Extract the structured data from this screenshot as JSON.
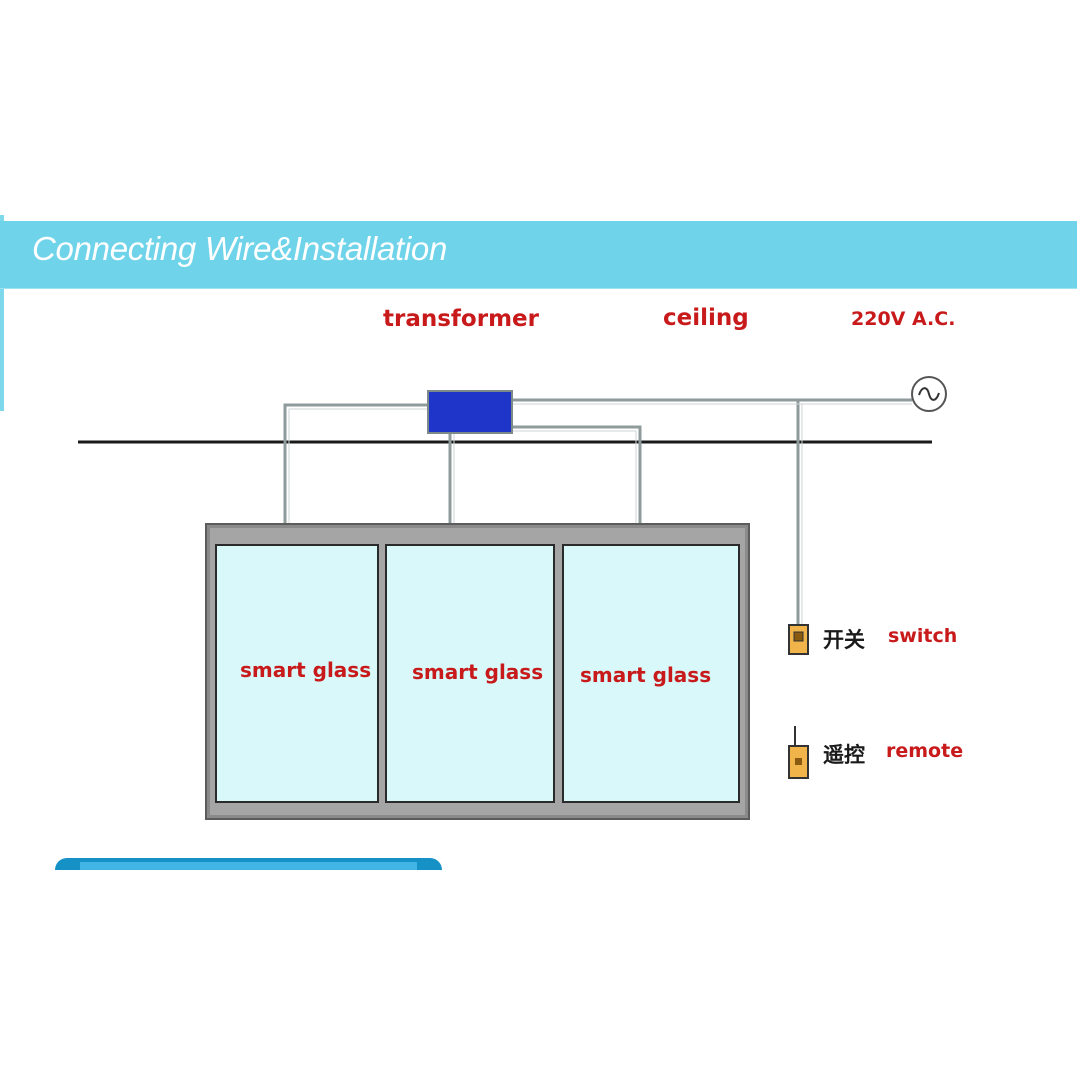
{
  "header": {
    "title": "Connecting Wire&Installation"
  },
  "labels": {
    "transformer": "transformer",
    "ceiling": "ceiling",
    "power": "220V A.C.",
    "switch_cn": "开关",
    "switch_en": "switch",
    "remote_cn": "遥控",
    "remote_en": "remote"
  },
  "panels": [
    {
      "label": "smart glass"
    },
    {
      "label": "smart glass"
    },
    {
      "label": "smart glass"
    }
  ],
  "colors": {
    "banner": "#6fd3ea",
    "label_red": "#c8191b",
    "transformer_blue": "#1f35c9",
    "glass_fill": "#d9f8f9",
    "frame_gray": "#8a8a8a"
  },
  "icons": {
    "power_source": "ac-source-icon",
    "switch": "wall-switch-icon",
    "remote": "remote-control-icon"
  }
}
